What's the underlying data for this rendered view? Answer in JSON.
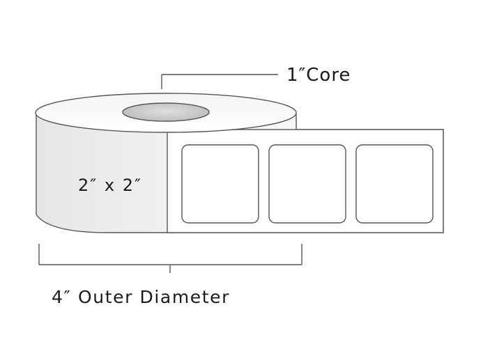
{
  "core_label": "1″Core",
  "label_size_text": "2″ x 2″",
  "outer_diameter_label": "4″ Outer Diameter",
  "label_count_visible": 3,
  "colors": {
    "outline": "#555555",
    "text": "#1a1a1a",
    "roll_shade": "#e2e2e2",
    "core_hole": "#cfcfcf"
  }
}
